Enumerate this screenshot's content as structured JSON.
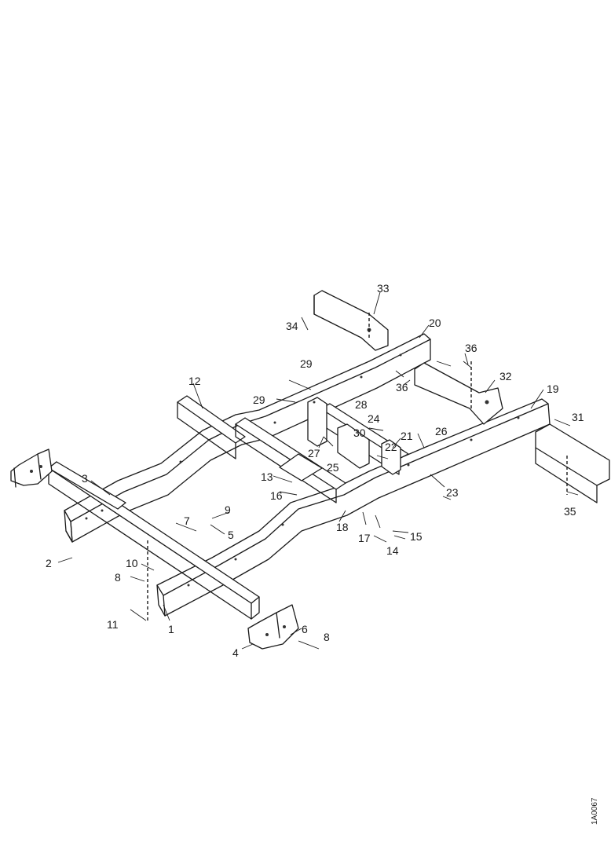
{
  "diagram": {
    "ref_code": "1A0067",
    "callouts": [
      {
        "id": "c1",
        "label": "1"
      },
      {
        "id": "c2",
        "label": "2"
      },
      {
        "id": "c3",
        "label": "3"
      },
      {
        "id": "c4",
        "label": "4"
      },
      {
        "id": "c5",
        "label": "5"
      },
      {
        "id": "c6",
        "label": "6"
      },
      {
        "id": "c7",
        "label": "7"
      },
      {
        "id": "c8a",
        "label": "8"
      },
      {
        "id": "c8b",
        "label": "8"
      },
      {
        "id": "c9",
        "label": "9"
      },
      {
        "id": "c10",
        "label": "10"
      },
      {
        "id": "c11",
        "label": "11"
      },
      {
        "id": "c12",
        "label": "12"
      },
      {
        "id": "c13",
        "label": "13"
      },
      {
        "id": "c14",
        "label": "14"
      },
      {
        "id": "c15",
        "label": "15"
      },
      {
        "id": "c16",
        "label": "16"
      },
      {
        "id": "c17",
        "label": "17"
      },
      {
        "id": "c18",
        "label": "18"
      },
      {
        "id": "c19",
        "label": "19"
      },
      {
        "id": "c20",
        "label": "20"
      },
      {
        "id": "c21",
        "label": "21"
      },
      {
        "id": "c22",
        "label": "22"
      },
      {
        "id": "c23",
        "label": "23"
      },
      {
        "id": "c24",
        "label": "24"
      },
      {
        "id": "c25",
        "label": "25"
      },
      {
        "id": "c26",
        "label": "26"
      },
      {
        "id": "c27",
        "label": "27"
      },
      {
        "id": "c28",
        "label": "28"
      },
      {
        "id": "c29a",
        "label": "29"
      },
      {
        "id": "c29b",
        "label": "29"
      },
      {
        "id": "c30",
        "label": "30"
      },
      {
        "id": "c31",
        "label": "31"
      },
      {
        "id": "c32",
        "label": "32"
      },
      {
        "id": "c33",
        "label": "33"
      },
      {
        "id": "c34",
        "label": "34"
      },
      {
        "id": "c35",
        "label": "35"
      },
      {
        "id": "c36a",
        "label": "36"
      },
      {
        "id": "c36b",
        "label": "36"
      }
    ]
  }
}
